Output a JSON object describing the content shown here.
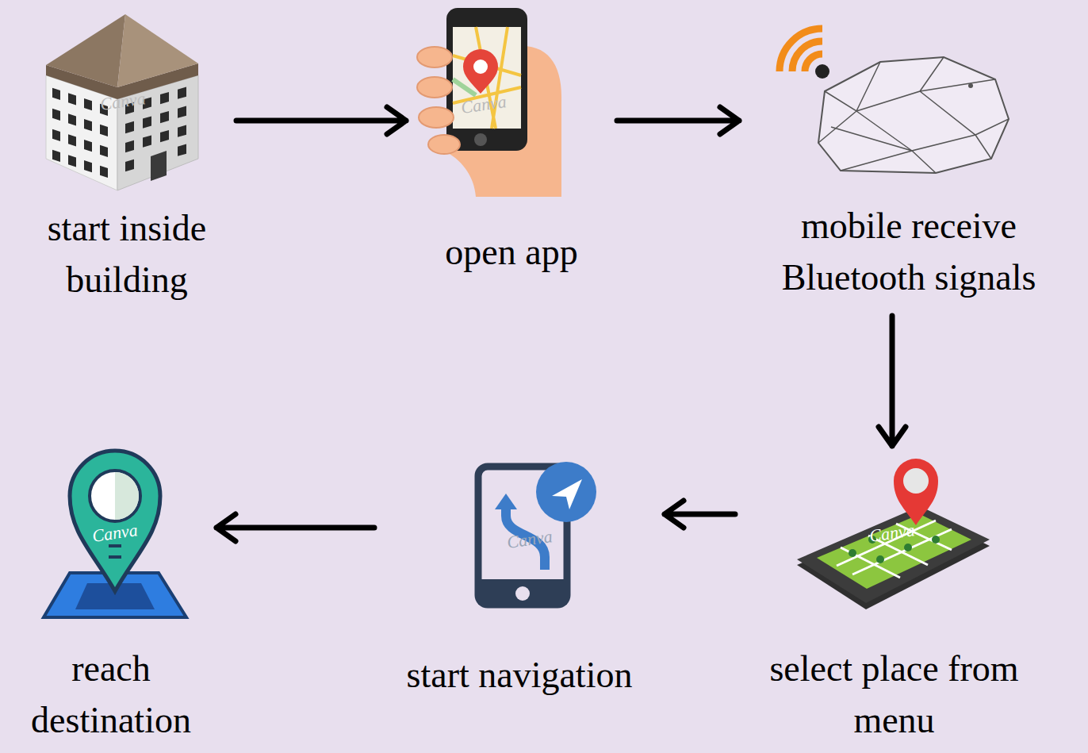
{
  "diagram": {
    "nodes": [
      {
        "text": [
          "start inside building"
        ]
      },
      {
        "text": [
          "open app"
        ]
      },
      {
        "text": [
          "mobile receive Bluetooth signals"
        ]
      },
      {
        "text": [
          "select place from menu"
        ]
      },
      {
        "text": [
          "start navigation"
        ]
      },
      {
        "text": [
          "reach destination"
        ]
      }
    ],
    "edges": [
      {
        "from": 0,
        "to": 1,
        "arrow": "to"
      },
      {
        "from": 1,
        "to": 2,
        "arrow": "to"
      },
      {
        "from": 2,
        "to": 3,
        "arrow": "to"
      },
      {
        "from": 3,
        "to": 4,
        "arrow": "to"
      },
      {
        "from": 4,
        "to": 5,
        "arrow": "to"
      }
    ],
    "labels": [
      "Canva",
      "Canva",
      "Canva",
      "Canva",
      "Canva"
    ]
  }
}
